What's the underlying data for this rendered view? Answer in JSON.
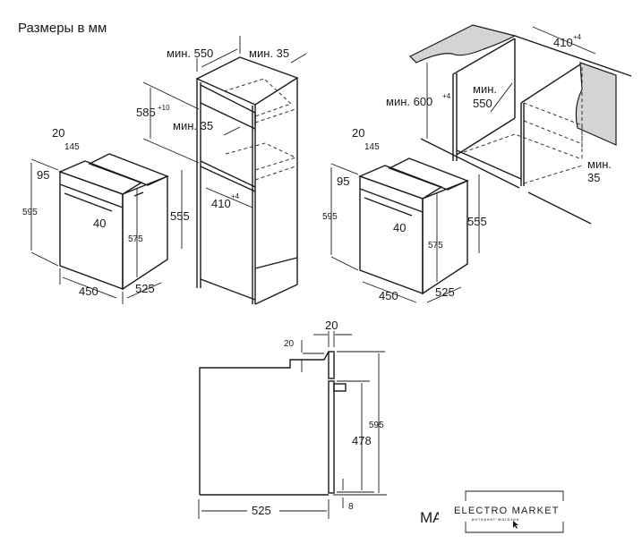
{
  "title": "Размеры в мм",
  "cabinet": {
    "depth_label": "мин. 550",
    "back_gap_label": "мин. 35",
    "niche_height": "585",
    "niche_height_tol": "+10",
    "shelf_gap_label": "мин. 35",
    "width": "410",
    "width_tol": "+4"
  },
  "oven_iso_left": {
    "d20": "20",
    "d145": "145",
    "d95": "95",
    "d595": "595",
    "d40": "40",
    "d575": "575",
    "d555": "555",
    "d450": "450",
    "d525": "525"
  },
  "oven_iso_right": {
    "d20": "20",
    "d145": "145",
    "d95": "95",
    "d595": "595",
    "d40": "40",
    "d575": "575",
    "d555": "555",
    "d450": "450",
    "d525": "525"
  },
  "undercounter": {
    "width": "410",
    "width_tol": "+4",
    "height_label": "мин. 600",
    "height_tol": "+4",
    "depth_label_1": "мин.",
    "depth_label_2": "550",
    "gap_label_1": "мин.",
    "gap_label_2": "35"
  },
  "side_view": {
    "top_front": "20",
    "top_step": "20",
    "height": "595",
    "door": "478",
    "bottom": "8",
    "depth": "525"
  },
  "watermark": {
    "partial_text": "MA",
    "brand": "ELECTRO MARKET",
    "tagline": "интернет-магазин"
  }
}
